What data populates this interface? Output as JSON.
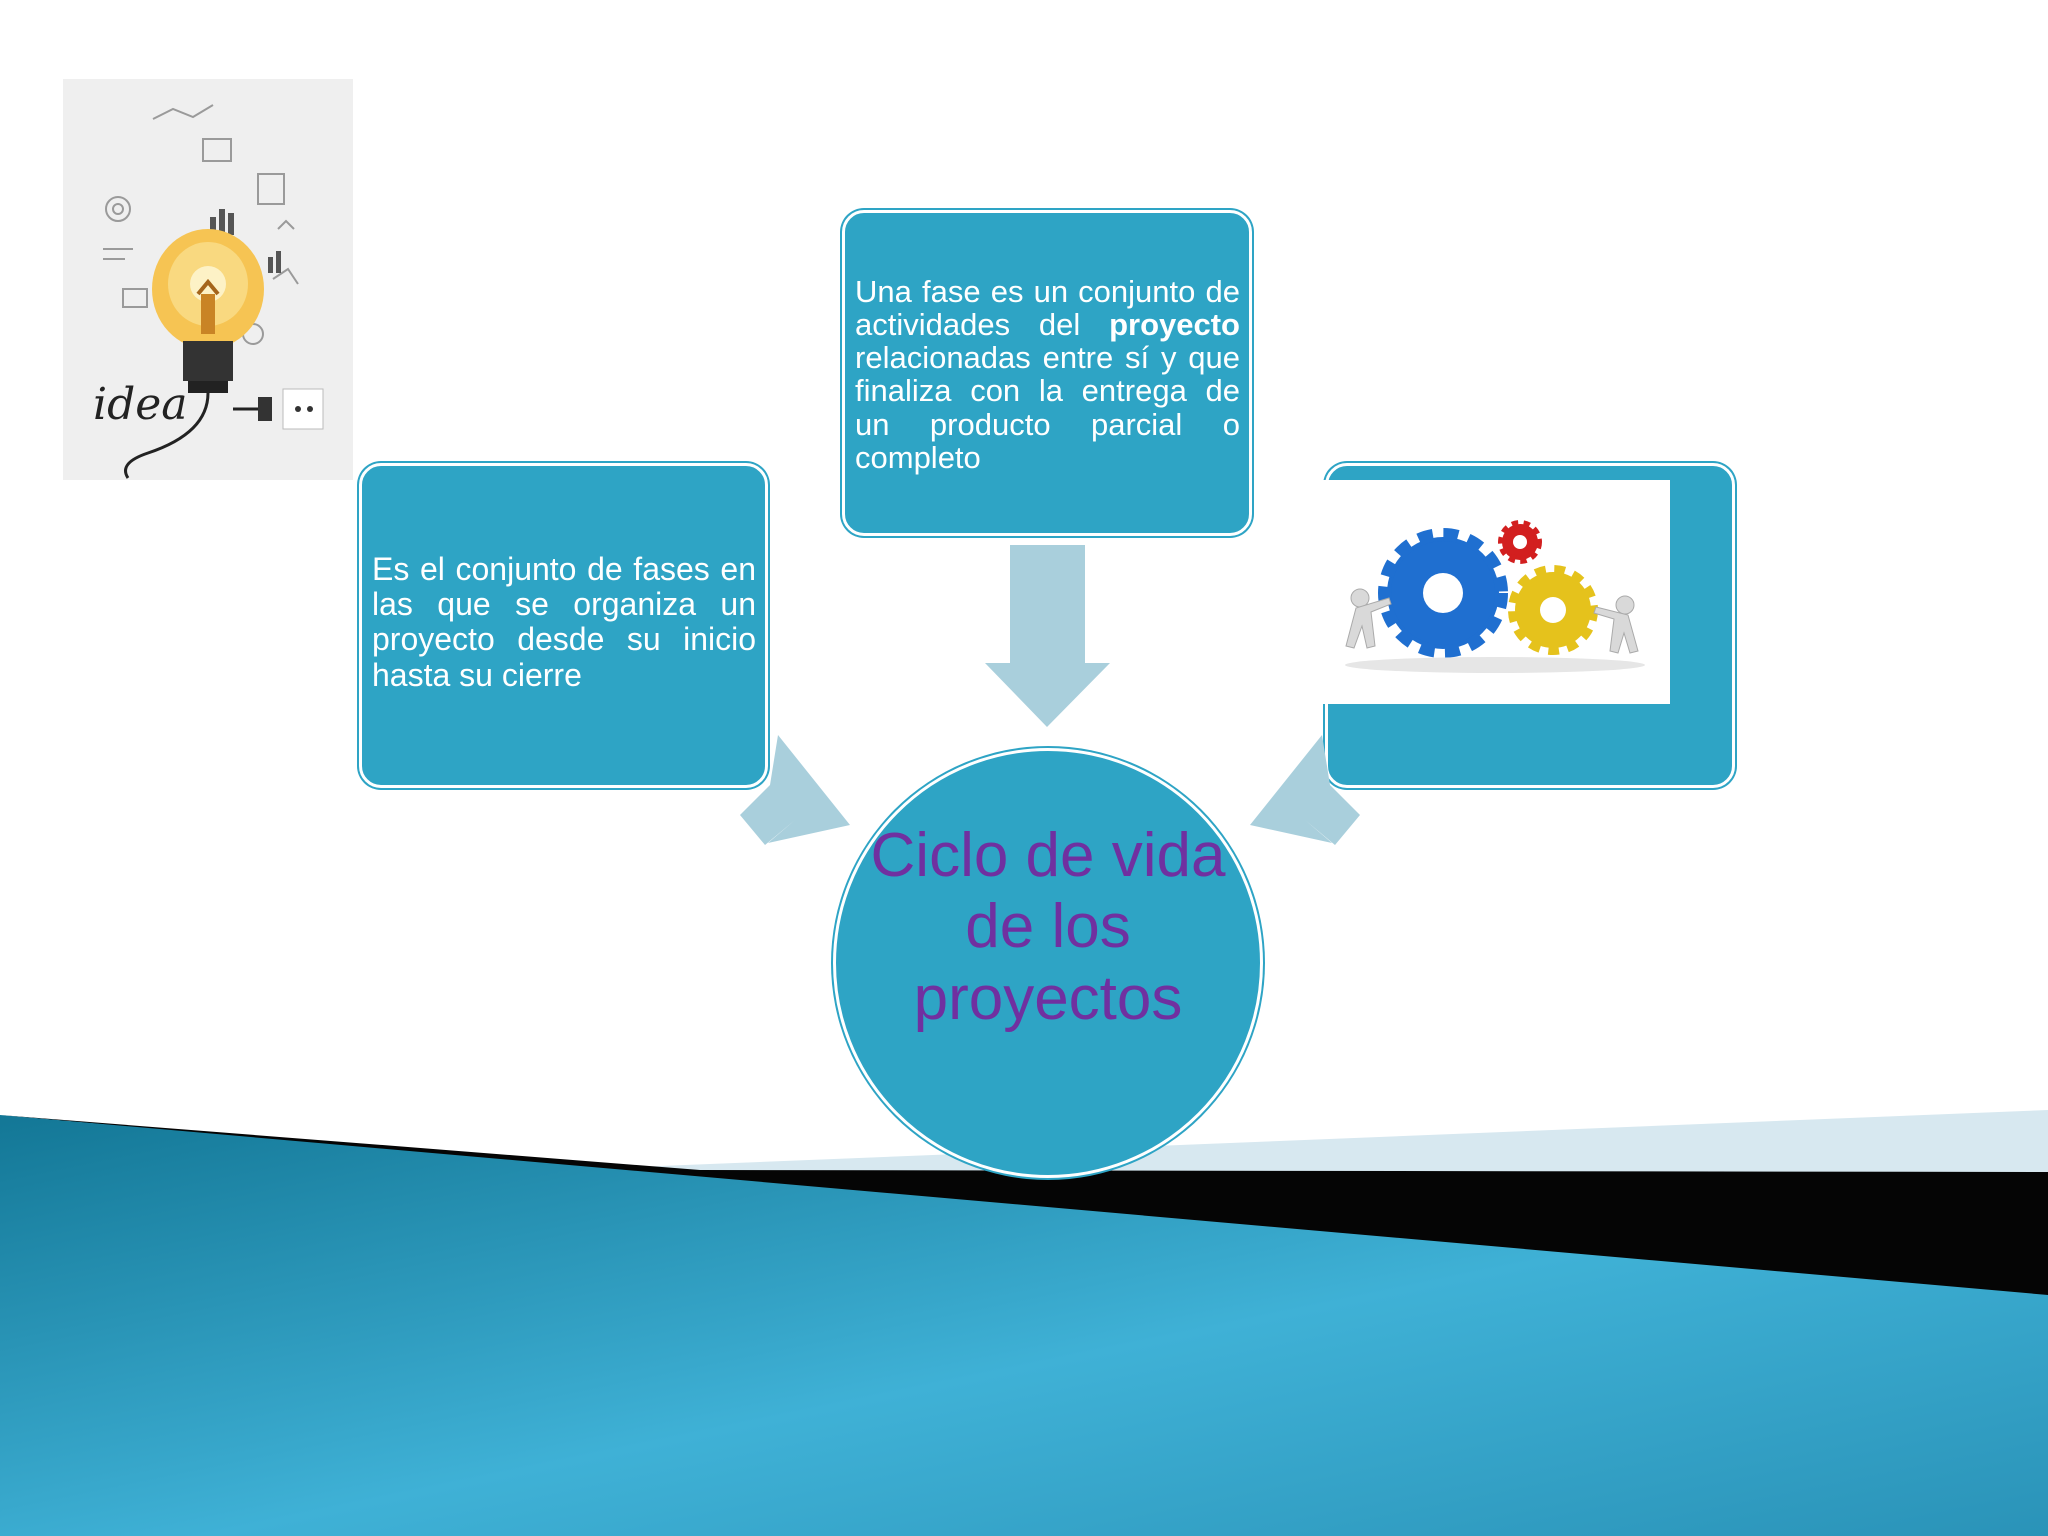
{
  "diagram": {
    "center": {
      "title": "Ciclo de vida de los proyectos"
    },
    "left_box": {
      "text": "Es el conjunto de fases en las que se organiza un proyecto desde su inicio hasta su cierre"
    },
    "top_box": {
      "text_before": "Una fase es un conjunto de actividades del ",
      "text_bold": "proyecto",
      "text_after": " relacionadas entre sí y que finaliza con la entrega de un producto parcial o completo"
    },
    "idea_image": {
      "caption": "idea"
    },
    "colors": {
      "box": "#2ea4c5",
      "arrow": "#a9cfdc",
      "title": "#7030a0",
      "band": "#1f8db0"
    }
  }
}
